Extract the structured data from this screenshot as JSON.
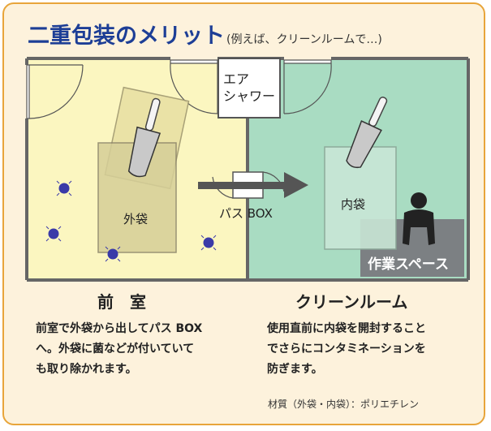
{
  "header": {
    "title": "二重包装のメリット",
    "subtitle": "(例えば、クリーンルームで…)"
  },
  "diagram": {
    "air_shower_line1": "エア",
    "air_shower_line2": "シャワー",
    "outer_bag_label": "外袋",
    "inner_bag_label": "内袋",
    "pass_box_label": "パス BOX",
    "work_space_label": "作業スペース"
  },
  "rooms": {
    "anteroom_name": "前　室",
    "cleanroom_name": "クリーンルーム",
    "anteroom_desc": [
      "前室で外袋から出してパス BOX",
      "へ。外袋に菌などが付いていて",
      "も取り除かれます。"
    ],
    "cleanroom_desc": [
      "使用直前に内袋を開封すること",
      "でさらにコンタミネーションを",
      "防ぎます。"
    ]
  },
  "footer": {
    "material_note": "材質（外袋・内袋）：ポリエチレン"
  },
  "colors": {
    "frame": "#e8a53a",
    "card_bg": "#fdf2dc",
    "title": "#1d3e96",
    "anteroom": "#fbf6c0",
    "cleanroom": "#a9dcc2",
    "wall": "#666666",
    "germ": "#3a3aa8"
  }
}
